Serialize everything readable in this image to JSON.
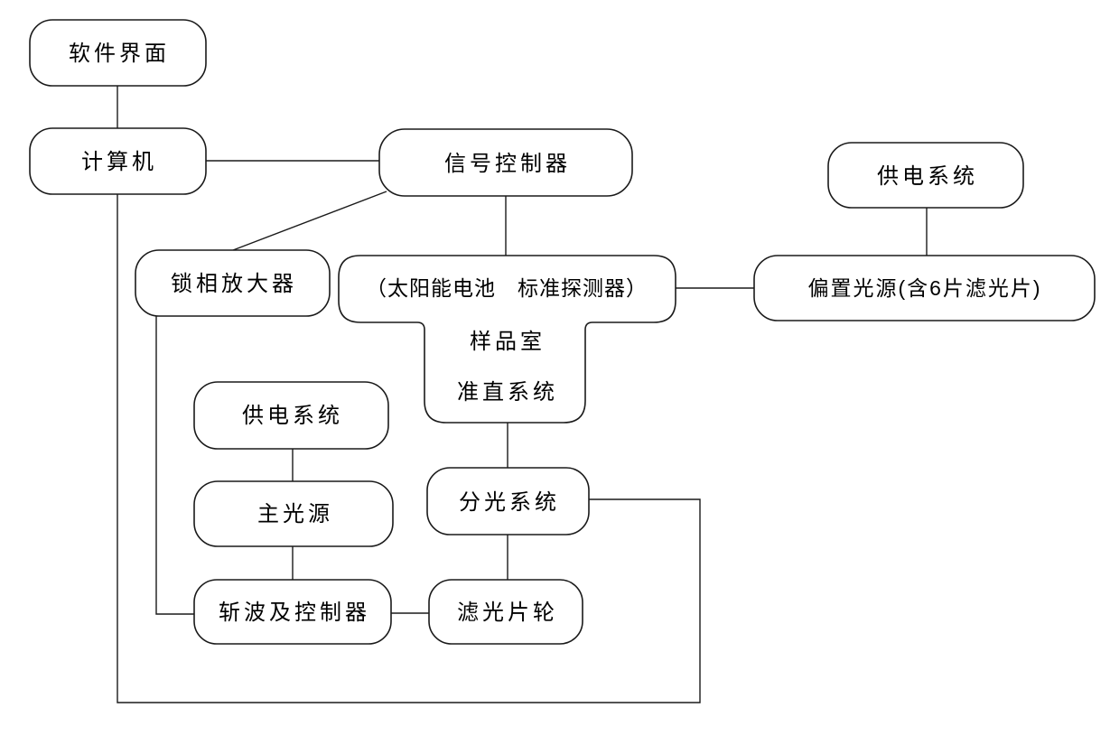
{
  "diagram": {
    "type": "block-diagram",
    "language": "zh-CN",
    "nodes": {
      "software_ui": {
        "label": "软件界面"
      },
      "computer": {
        "label": "计算机"
      },
      "signal_controller": {
        "label": "信号控制器"
      },
      "power_supply_right": {
        "label": "供电系统"
      },
      "lock_in_amplifier": {
        "label": "锁相放大器"
      },
      "sample_chamber": {
        "line1": "（太阳能电池　标准探测器）",
        "line2": "样品室",
        "line3": "准直系统"
      },
      "bias_light_source": {
        "label": "偏置光源(含6片滤光片)"
      },
      "power_supply_left": {
        "label": "供电系统"
      },
      "main_light_source": {
        "label": "主光源"
      },
      "chopper_controller": {
        "label": "斩波及控制器"
      },
      "beam_splitting": {
        "label": "分光系统"
      },
      "filter_wheel": {
        "label": "滤光片轮"
      }
    },
    "edges": [
      {
        "from": "software_ui",
        "to": "computer"
      },
      {
        "from": "computer",
        "to": "signal_controller"
      },
      {
        "from": "signal_controller",
        "to": "lock_in_amplifier"
      },
      {
        "from": "signal_controller",
        "to": "sample_chamber"
      },
      {
        "from": "sample_chamber",
        "to": "bias_light_source"
      },
      {
        "from": "power_supply_right",
        "to": "bias_light_source"
      },
      {
        "from": "sample_chamber",
        "to": "beam_splitting"
      },
      {
        "from": "beam_splitting",
        "to": "filter_wheel"
      },
      {
        "from": "power_supply_left",
        "to": "main_light_source"
      },
      {
        "from": "main_light_source",
        "to": "chopper_controller"
      },
      {
        "from": "chopper_controller",
        "to": "filter_wheel"
      },
      {
        "from": "lock_in_amplifier",
        "to": "chopper_controller"
      },
      {
        "from": "computer",
        "to": "beam_splitting"
      }
    ],
    "colors": {
      "stroke": "#1a1a1a",
      "background": "#ffffff",
      "text": "#000000"
    }
  }
}
